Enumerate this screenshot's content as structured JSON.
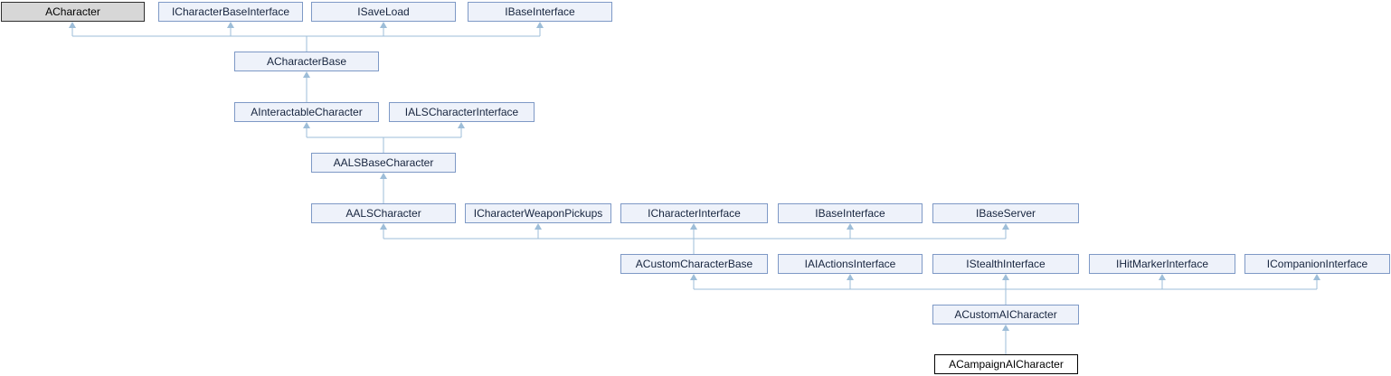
{
  "diagram": {
    "kind": "class-inheritance-graph",
    "colors": {
      "edge": "#9dbdd8",
      "node_border": "#7e99c6",
      "node_fill": "#eef2fa",
      "node_text": "#16243e",
      "gray_node_fill": "#d7d7d7",
      "gray_node_border": "#2f2f2f",
      "focus_node_fill": "#ffffff",
      "focus_node_border": "#000000"
    },
    "nodes": [
      {
        "id": "ACharacter",
        "label": "ACharacter",
        "style": "gray"
      },
      {
        "id": "ICharacterBaseInterface",
        "label": "ICharacterBaseInterface",
        "style": "normal"
      },
      {
        "id": "ISaveLoad",
        "label": "ISaveLoad",
        "style": "normal"
      },
      {
        "id": "IBaseInterface_top",
        "label": "IBaseInterface",
        "style": "normal"
      },
      {
        "id": "ACharacterBase",
        "label": "ACharacterBase",
        "style": "normal"
      },
      {
        "id": "AInteractableCharacter",
        "label": "AInteractableCharacter",
        "style": "normal"
      },
      {
        "id": "IALSCharacterInterface",
        "label": "IALSCharacterInterface",
        "style": "normal"
      },
      {
        "id": "AALSBaseCharacter",
        "label": "AALSBaseCharacter",
        "style": "normal"
      },
      {
        "id": "AALSCharacter",
        "label": "AALSCharacter",
        "style": "normal"
      },
      {
        "id": "ICharacterWeaponPickups",
        "label": "ICharacterWeaponPickups",
        "style": "normal"
      },
      {
        "id": "ICharacterInterface",
        "label": "ICharacterInterface",
        "style": "normal"
      },
      {
        "id": "IBaseInterface_mid",
        "label": "IBaseInterface",
        "style": "normal"
      },
      {
        "id": "IBaseServer",
        "label": "IBaseServer",
        "style": "normal"
      },
      {
        "id": "ACustomCharacterBase",
        "label": "ACustomCharacterBase",
        "style": "normal"
      },
      {
        "id": "IAIActionsInterface",
        "label": "IAIActionsInterface",
        "style": "normal"
      },
      {
        "id": "IStealthInterface",
        "label": "IStealthInterface",
        "style": "normal"
      },
      {
        "id": "IHitMarkerInterface",
        "label": "IHitMarkerInterface",
        "style": "normal"
      },
      {
        "id": "ICompanionInterface",
        "label": "ICompanionInterface",
        "style": "normal"
      },
      {
        "id": "ACustomAICharacter",
        "label": "ACustomAICharacter",
        "style": "normal"
      },
      {
        "id": "ACampaignAICharacter",
        "label": "ACampaignAICharacter",
        "style": "focus"
      }
    ],
    "edges": [
      {
        "derived": "ACharacterBase",
        "bases": [
          "ACharacter",
          "ICharacterBaseInterface",
          "ISaveLoad",
          "IBaseInterface_top"
        ]
      },
      {
        "derived": "AInteractableCharacter",
        "bases": [
          "ACharacterBase"
        ]
      },
      {
        "derived": "AALSBaseCharacter",
        "bases": [
          "AInteractableCharacter",
          "IALSCharacterInterface"
        ]
      },
      {
        "derived": "AALSCharacter",
        "bases": [
          "AALSBaseCharacter"
        ]
      },
      {
        "derived": "ACustomCharacterBase",
        "bases": [
          "AALSCharacter",
          "ICharacterWeaponPickups",
          "ICharacterInterface",
          "IBaseInterface_mid",
          "IBaseServer"
        ]
      },
      {
        "derived": "ACustomAICharacter",
        "bases": [
          "ACustomCharacterBase",
          "IAIActionsInterface",
          "IStealthInterface",
          "IHitMarkerInterface",
          "ICompanionInterface"
        ]
      },
      {
        "derived": "ACampaignAICharacter",
        "bases": [
          "ACustomAICharacter"
        ]
      }
    ]
  }
}
